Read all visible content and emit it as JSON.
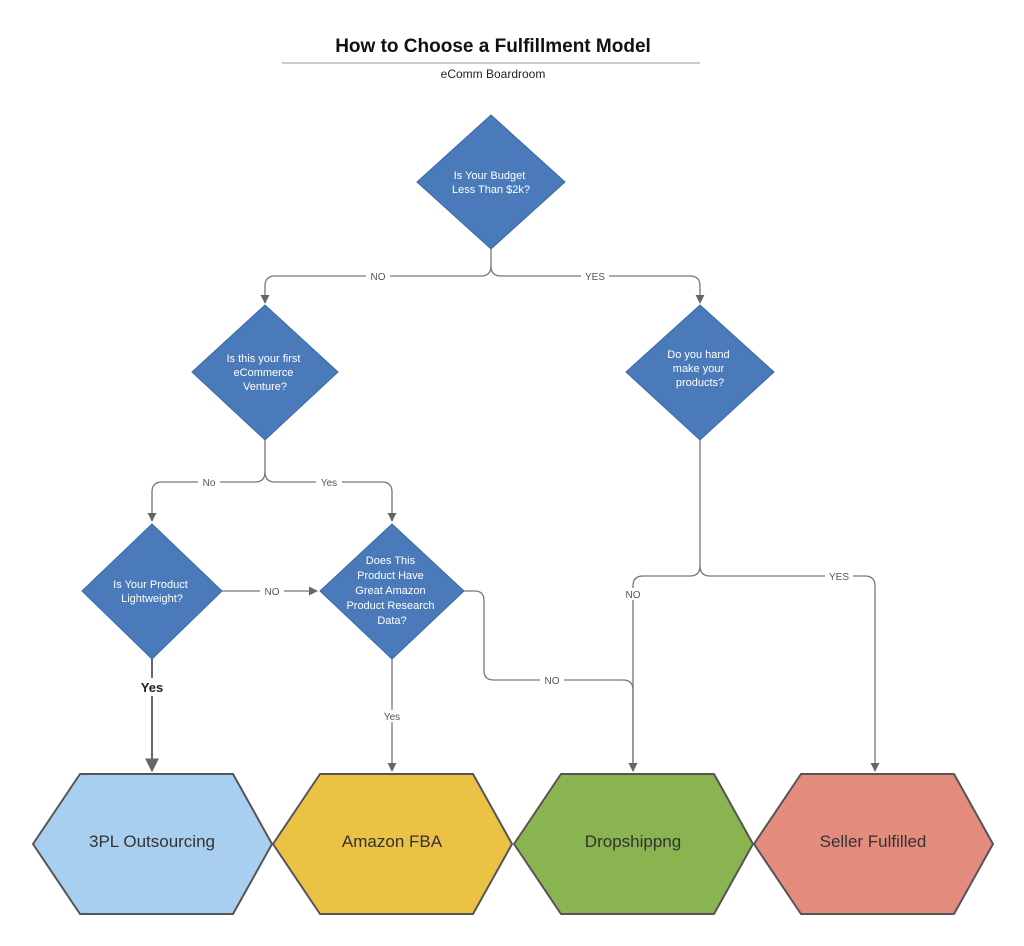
{
  "header": {
    "title": "How to Choose a Fulfillment Model",
    "subtitle": "eComm Boardroom"
  },
  "decisions": {
    "budget": {
      "lines": [
        "Is Your Budget",
        "Less Than $2k?"
      ]
    },
    "first_venture": {
      "lines": [
        "Is this your first",
        "eCommerce",
        "Venture?"
      ]
    },
    "hand_make": {
      "lines": [
        "Do you hand",
        "make your",
        "products?"
      ]
    },
    "lightweight": {
      "lines": [
        "Is Your Product",
        "Lightweight?"
      ]
    },
    "research_data": {
      "lines": [
        "Does This",
        "Product Have",
        "Great Amazon",
        "Product Research",
        "Data?"
      ]
    }
  },
  "outcomes": {
    "tpl": {
      "label": "3PL Outsourcing",
      "color": "#a9cff0"
    },
    "fba": {
      "label": "Amazon FBA",
      "color": "#ecc244"
    },
    "dropship": {
      "label": "Dropshippng",
      "color": "#8ab44f"
    },
    "seller": {
      "label": "Seller Fulfilled",
      "color": "#e38b7c"
    }
  },
  "edge_labels": {
    "budget_no": "NO",
    "budget_yes": "YES",
    "first_no": "No",
    "first_yes": "Yes",
    "light_no": "NO",
    "light_yes": "Yes",
    "research_yes": "Yes",
    "research_no": "NO",
    "hand_no": "NO",
    "hand_yes": "YES"
  },
  "colors": {
    "decision_fill": "#4a7ab9",
    "decision_stroke": "#3a6aa6",
    "outcome_stroke": "#555555",
    "connector": "#777777"
  }
}
